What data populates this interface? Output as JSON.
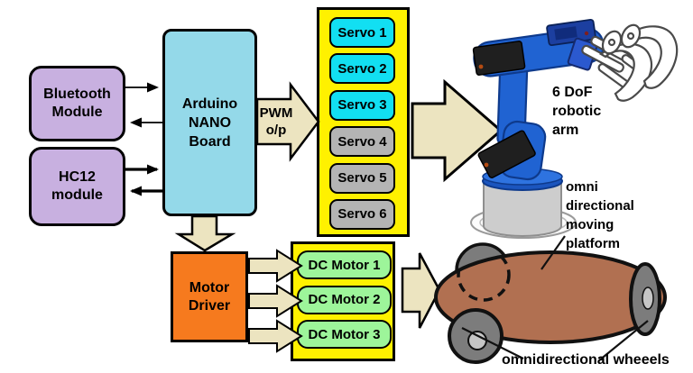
{
  "diagram": {
    "title_hidden": "",
    "blocks": {
      "bluetooth": {
        "label": "Bluetooth\nModule",
        "fill": "#c8b0e0"
      },
      "hc12": {
        "label": "HC12\nmodule",
        "fill": "#c8b0e0"
      },
      "arduino": {
        "label": "Arduino\nNANO\nBoard",
        "fill": "#94d9e9"
      },
      "pwm_output": {
        "label": "PWM\no/p"
      },
      "motor_driver": {
        "label": "Motor\nDriver",
        "fill": "#f67a1e"
      },
      "servo_group": {
        "fill": "#fff100",
        "items": [
          {
            "label": "Servo 1",
            "fill": "#12dff2"
          },
          {
            "label": "Servo 2",
            "fill": "#12dff2"
          },
          {
            "label": "Servo 3",
            "fill": "#12dff2"
          },
          {
            "label": "Servo 4",
            "fill": "#b4b4b4"
          },
          {
            "label": "Servo 5",
            "fill": "#b4b4b4"
          },
          {
            "label": "Servo 6",
            "fill": "#b4b4b4"
          }
        ]
      },
      "dc_motor_group": {
        "fill": "#fff100",
        "items": [
          {
            "label": "DC Motor 1",
            "fill": "#9df59a"
          },
          {
            "label": "DC Motor 2",
            "fill": "#9df59a"
          },
          {
            "label": "DC Motor 3",
            "fill": "#9df59a"
          }
        ]
      }
    },
    "annotations": {
      "robotic_arm": "6 DoF\nrobotic\narm",
      "platform": "omni\ndirectional\nmoving\nplatform",
      "wheels": "omnidirectional wheeels"
    },
    "connections": [
      "bluetooth->arduino",
      "arduino->bluetooth",
      "hc12->arduino",
      "arduino->hc12",
      "arduino->servo_group (PWM o/p)",
      "servo_group->robotic_arm",
      "arduino->motor_driver",
      "motor_driver->dc_motor_1",
      "motor_driver->dc_motor_2",
      "motor_driver->dc_motor_3",
      "dc_motor_group->moving_platform"
    ],
    "colors": {
      "arrow_fill": "#ece4c0",
      "outline": "#000000",
      "panel_yellow": "#fff100",
      "platform_brown": "#b17051",
      "wheel_gray": "#7c7c7c",
      "wheel_hub_gray": "#c6c6c6",
      "robot_blue": "#2063d2",
      "servo_black": "#1f1f1f",
      "base_gray": "#cdcdcd"
    }
  }
}
